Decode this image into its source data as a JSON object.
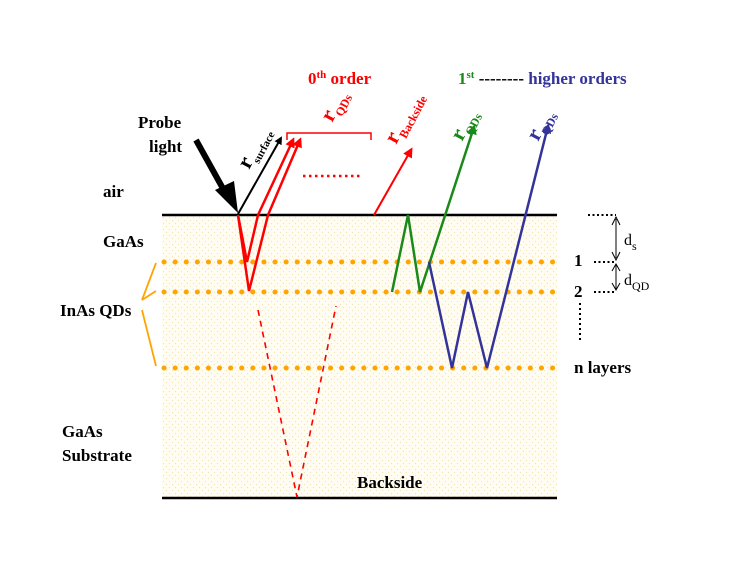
{
  "colors": {
    "zeroth": "#ff0000",
    "first": "#1a8a1a",
    "higher": "#33339a",
    "dots": "#ffa500",
    "black": "#000000",
    "fill": "#fdf8e8"
  },
  "header": {
    "zeroth_sup": "th",
    "zeroth_main": " order",
    "zeroth_num": "0",
    "first_num": "1",
    "first_sup": "st",
    "dashes": " --------",
    "higher": " higher orders"
  },
  "probe": {
    "line1": "Probe",
    "line2": "light"
  },
  "rays": {
    "r_symbol": "r",
    "surface": "surface",
    "qds": "QDs",
    "backside": "Backside",
    "ellipsis": "........"
  },
  "layers": {
    "air": "air",
    "gaas": "GaAs",
    "inas": "InAs QDs",
    "substrate_1": "GaAs",
    "substrate_2": "Substrate",
    "backside": "Backside"
  },
  "right_labels": {
    "one": "1",
    "two": "2",
    "n_layers": "n layers",
    "ds_main": "d",
    "ds_sub": "s",
    "dqd_main": "d",
    "dqd_sub": "QD"
  }
}
